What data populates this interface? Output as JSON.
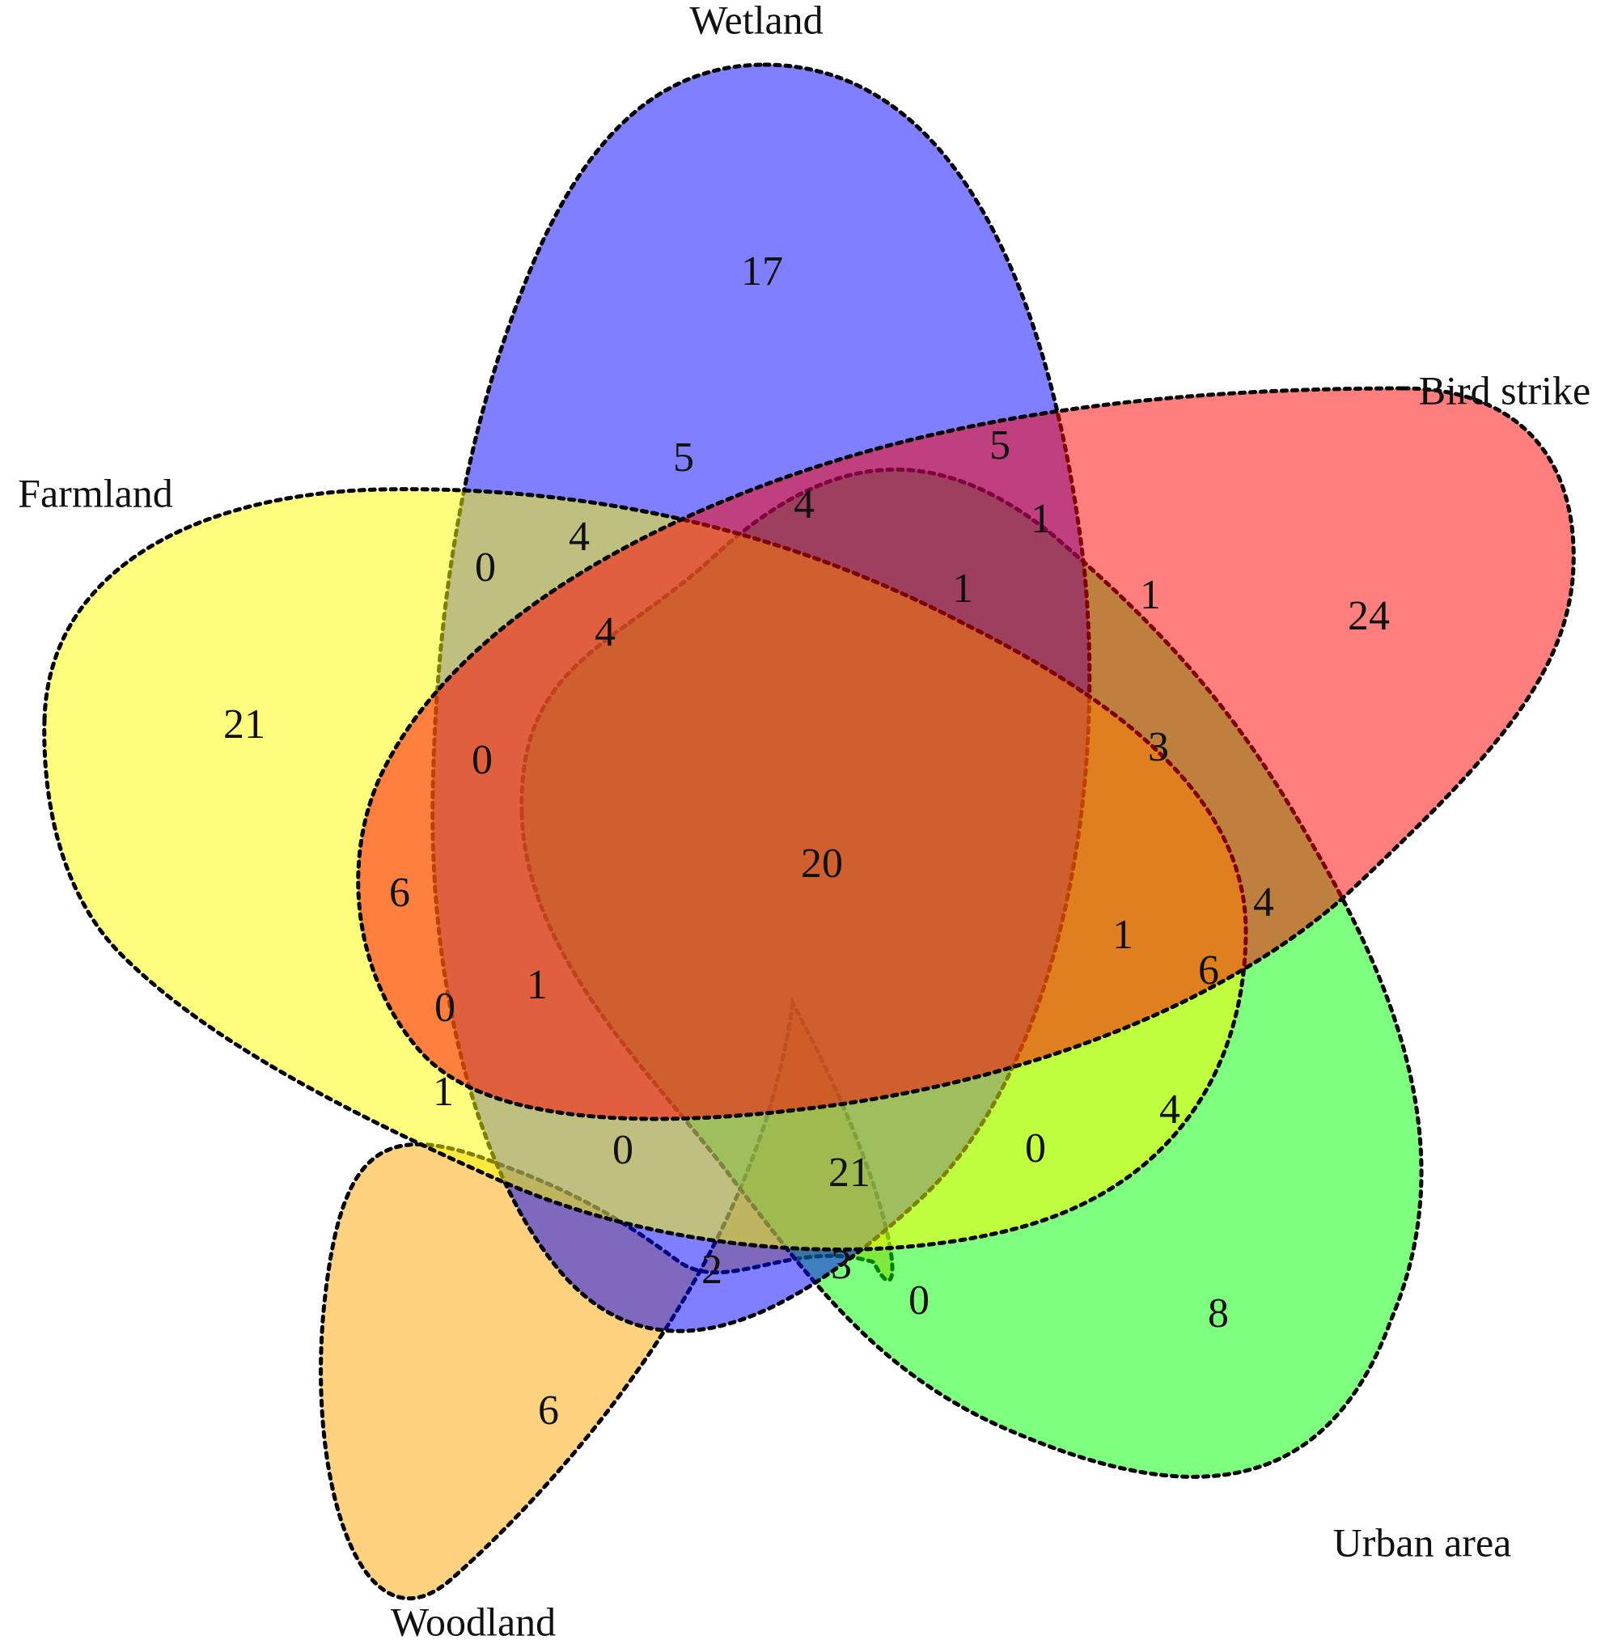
{
  "diagram": {
    "type": "venn-5-set",
    "sets": [
      {
        "key": "wetland",
        "label": "Wetland",
        "color": "#0000FF"
      },
      {
        "key": "bird_strike",
        "label": "Bird strike",
        "color": "#FF0000"
      },
      {
        "key": "urban_area",
        "label": "Urban area",
        "color": "#00FF00"
      },
      {
        "key": "woodland",
        "label": "Woodland",
        "color": "#FFA500"
      },
      {
        "key": "farmland",
        "label": "Farmland",
        "color": "#FFFF00"
      }
    ],
    "regions": [
      {
        "key": "wetland_only",
        "value": "17"
      },
      {
        "key": "bird_strike_only",
        "value": "24"
      },
      {
        "key": "farmland_only",
        "value": "21"
      },
      {
        "key": "urban_area_only",
        "value": "8"
      },
      {
        "key": "woodland_only",
        "value": "6"
      },
      {
        "key": "all_five",
        "value": "20"
      },
      {
        "key": "r_5a",
        "value": "5"
      },
      {
        "key": "r_5b",
        "value": "5"
      },
      {
        "key": "r_4a",
        "value": "4"
      },
      {
        "key": "r_4b",
        "value": "4"
      },
      {
        "key": "r_4c",
        "value": "4"
      },
      {
        "key": "r_4d",
        "value": "4"
      },
      {
        "key": "r_4e",
        "value": "4"
      },
      {
        "key": "r_1a",
        "value": "1"
      },
      {
        "key": "r_1b",
        "value": "1"
      },
      {
        "key": "r_1c",
        "value": "1"
      },
      {
        "key": "r_1d",
        "value": "1"
      },
      {
        "key": "r_1e",
        "value": "1"
      },
      {
        "key": "r_1f",
        "value": "1"
      },
      {
        "key": "r_3a",
        "value": "3"
      },
      {
        "key": "r_3b",
        "value": "3"
      },
      {
        "key": "r_6a",
        "value": "6"
      },
      {
        "key": "r_6b",
        "value": "6"
      },
      {
        "key": "r_0a",
        "value": "0"
      },
      {
        "key": "r_0b",
        "value": "0"
      },
      {
        "key": "r_0c",
        "value": "0"
      },
      {
        "key": "r_0d",
        "value": "0"
      },
      {
        "key": "r_0e",
        "value": "0"
      },
      {
        "key": "r_0f",
        "value": "0"
      },
      {
        "key": "r_21b",
        "value": "21"
      },
      {
        "key": "r_2a",
        "value": "2"
      }
    ]
  }
}
